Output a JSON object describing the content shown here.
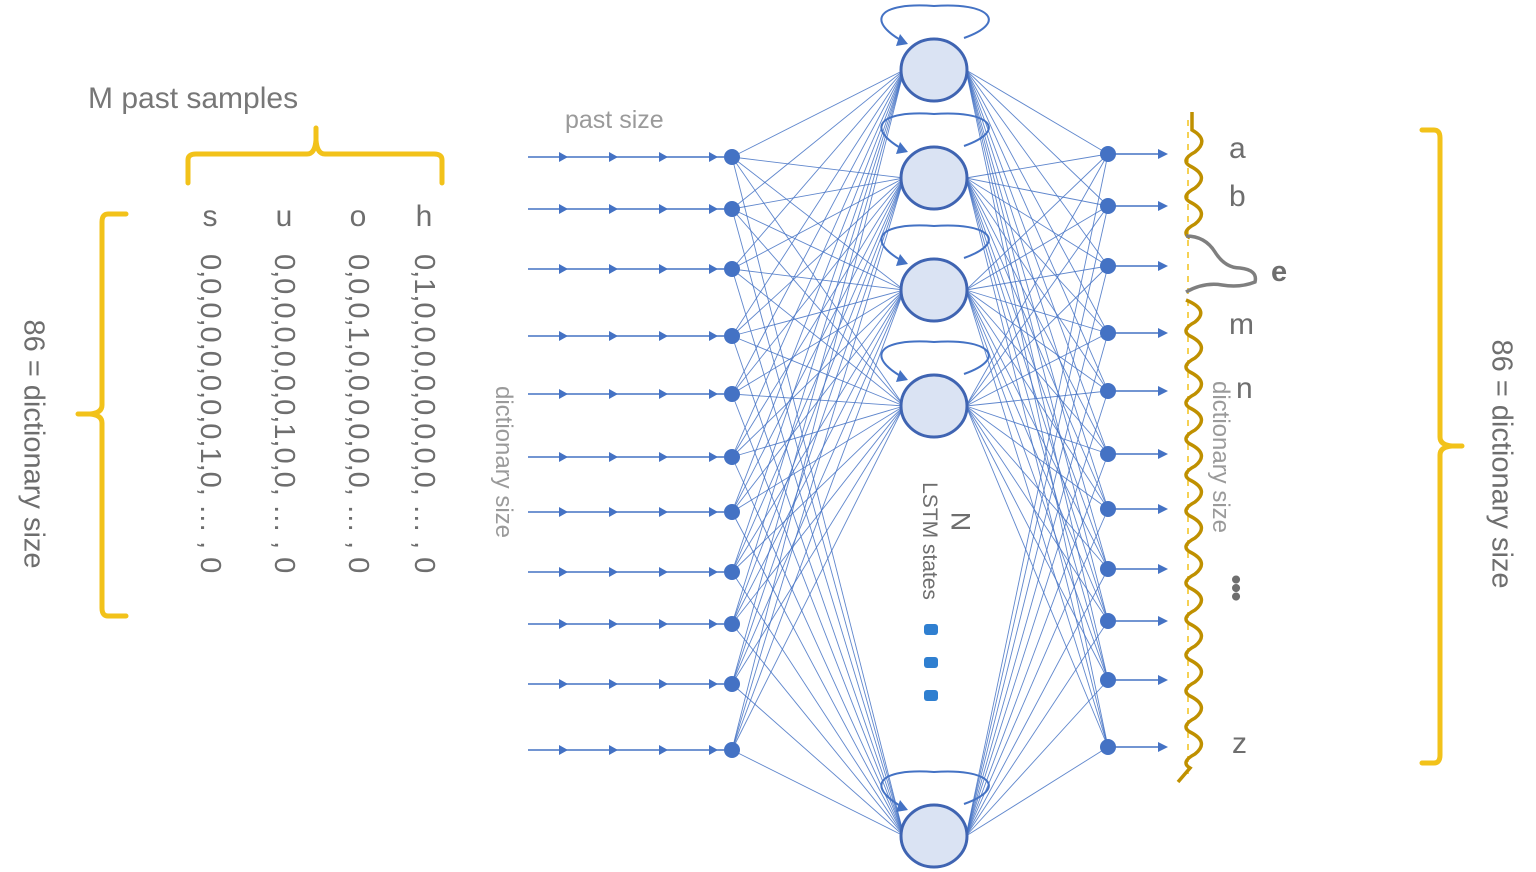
{
  "left_brace_top_label": "M past samples",
  "left_side_label": "86 = dictionary size",
  "right_side_label": "86 = dictionary size",
  "columns": [
    {
      "letter": "s",
      "vector": "0,0,0,0,0,0,0,0,1,0, … , 0"
    },
    {
      "letter": "u",
      "vector": "0,0,0,0,0,0,0,1,0,0, … , 0"
    },
    {
      "letter": "o",
      "vector": "0,0,0,1,0,0,0,0,0,0, … , 0"
    },
    {
      "letter": "h",
      "vector": "0,1,0,0,0,0,0,0,0,0, … , 0"
    }
  ],
  "past_size_label": "past size",
  "input_dictionary_label": "dictionary size",
  "lstm_label_n": "N",
  "lstm_label_states": "LSTM states",
  "output_dictionary_label": "dictionary size",
  "output_letters": [
    "a",
    "b",
    "e",
    "m",
    "n",
    "z"
  ],
  "output_dots": "•••",
  "colors": {
    "brace": "#f2c21a",
    "network": "#4472c4",
    "node_fill": "#dae3f3",
    "node_stroke": "#3f64b2",
    "text": "#777777",
    "prob_curve": "#bf9000",
    "peak_curve": "#7f7f7f",
    "lstm_dots": "#2f7fd0"
  }
}
